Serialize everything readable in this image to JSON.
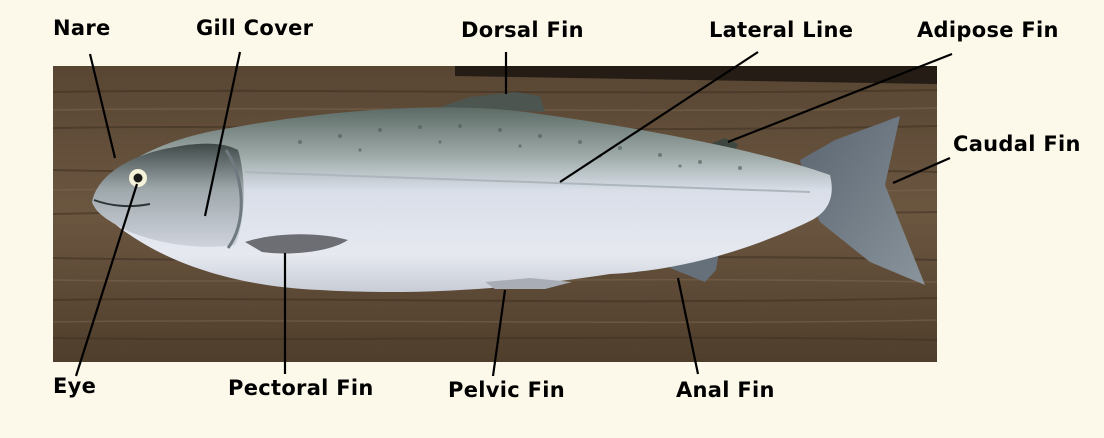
{
  "colors": {
    "background": "#fdf9ea",
    "wood": "#5e4a34",
    "fish_back": "#6f7e78",
    "fish_belly": "#d6dbe6",
    "leader_line": "#000000"
  },
  "labels": {
    "nare": "Nare",
    "gill_cover": "Gill Cover",
    "dorsal_fin": "Dorsal Fin",
    "lateral_line": "Lateral Line",
    "adipose_fin": "Adipose Fin",
    "caudal_fin": "Caudal Fin",
    "eye": "Eye",
    "pectoral_fin": "Pectoral Fin",
    "pelvic_fin": "Pelvic Fin",
    "anal_fin": "Anal Fin"
  }
}
